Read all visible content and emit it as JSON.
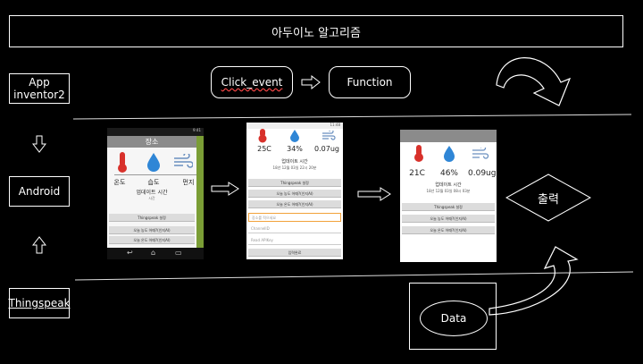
{
  "title": "아두이노 알고리즘",
  "left": {
    "app_label": "App\ninventor2",
    "android_label": "Android",
    "thingspeak_label": "Thingspeak"
  },
  "flow": {
    "click_event": "Click_event",
    "function": "Function",
    "output": "출력",
    "data": "Data"
  },
  "phone1": {
    "title": "장소",
    "status_time": "9:41",
    "labels": [
      "온도",
      "습도",
      "먼지"
    ],
    "update_label": "업데이트 시간",
    "time_label": "시간",
    "buttons": [
      "Thingspeak 설정",
      "오늘 농도 어때?(인지AI)",
      "오늘 온도 어때?(인지AI)"
    ]
  },
  "phone2": {
    "status_time": "11:48",
    "values": [
      "25C",
      "34%",
      "0.07ug"
    ],
    "update_label": "업데이트 시간",
    "update_time": "18년 12월 03일 22시 20분",
    "buttons": [
      "Thingspeak 설정",
      "오늘 농도 어때?(인지AI)",
      "오늘 온도 어때?(인지AI)"
    ],
    "inputs": [
      "장소를 적으세요",
      "ChannelID",
      "Read APIKey"
    ],
    "done_button": "입력완료"
  },
  "phone3": {
    "values": [
      "21C",
      "46%",
      "0.09ug"
    ],
    "update_label": "업데이트 시간",
    "update_time": "18년 12월 03일 08시 03분",
    "buttons": [
      "Thingspeak 설정",
      "오늘 농도 어때?(인지AI)",
      "오늘 온도 어때?(인지AI)"
    ]
  },
  "colors": {
    "background": "#000000",
    "line": "#ffffff",
    "thermo": "#d8312b",
    "drop": "#2f86d6",
    "wind": "#6a8fbf"
  }
}
